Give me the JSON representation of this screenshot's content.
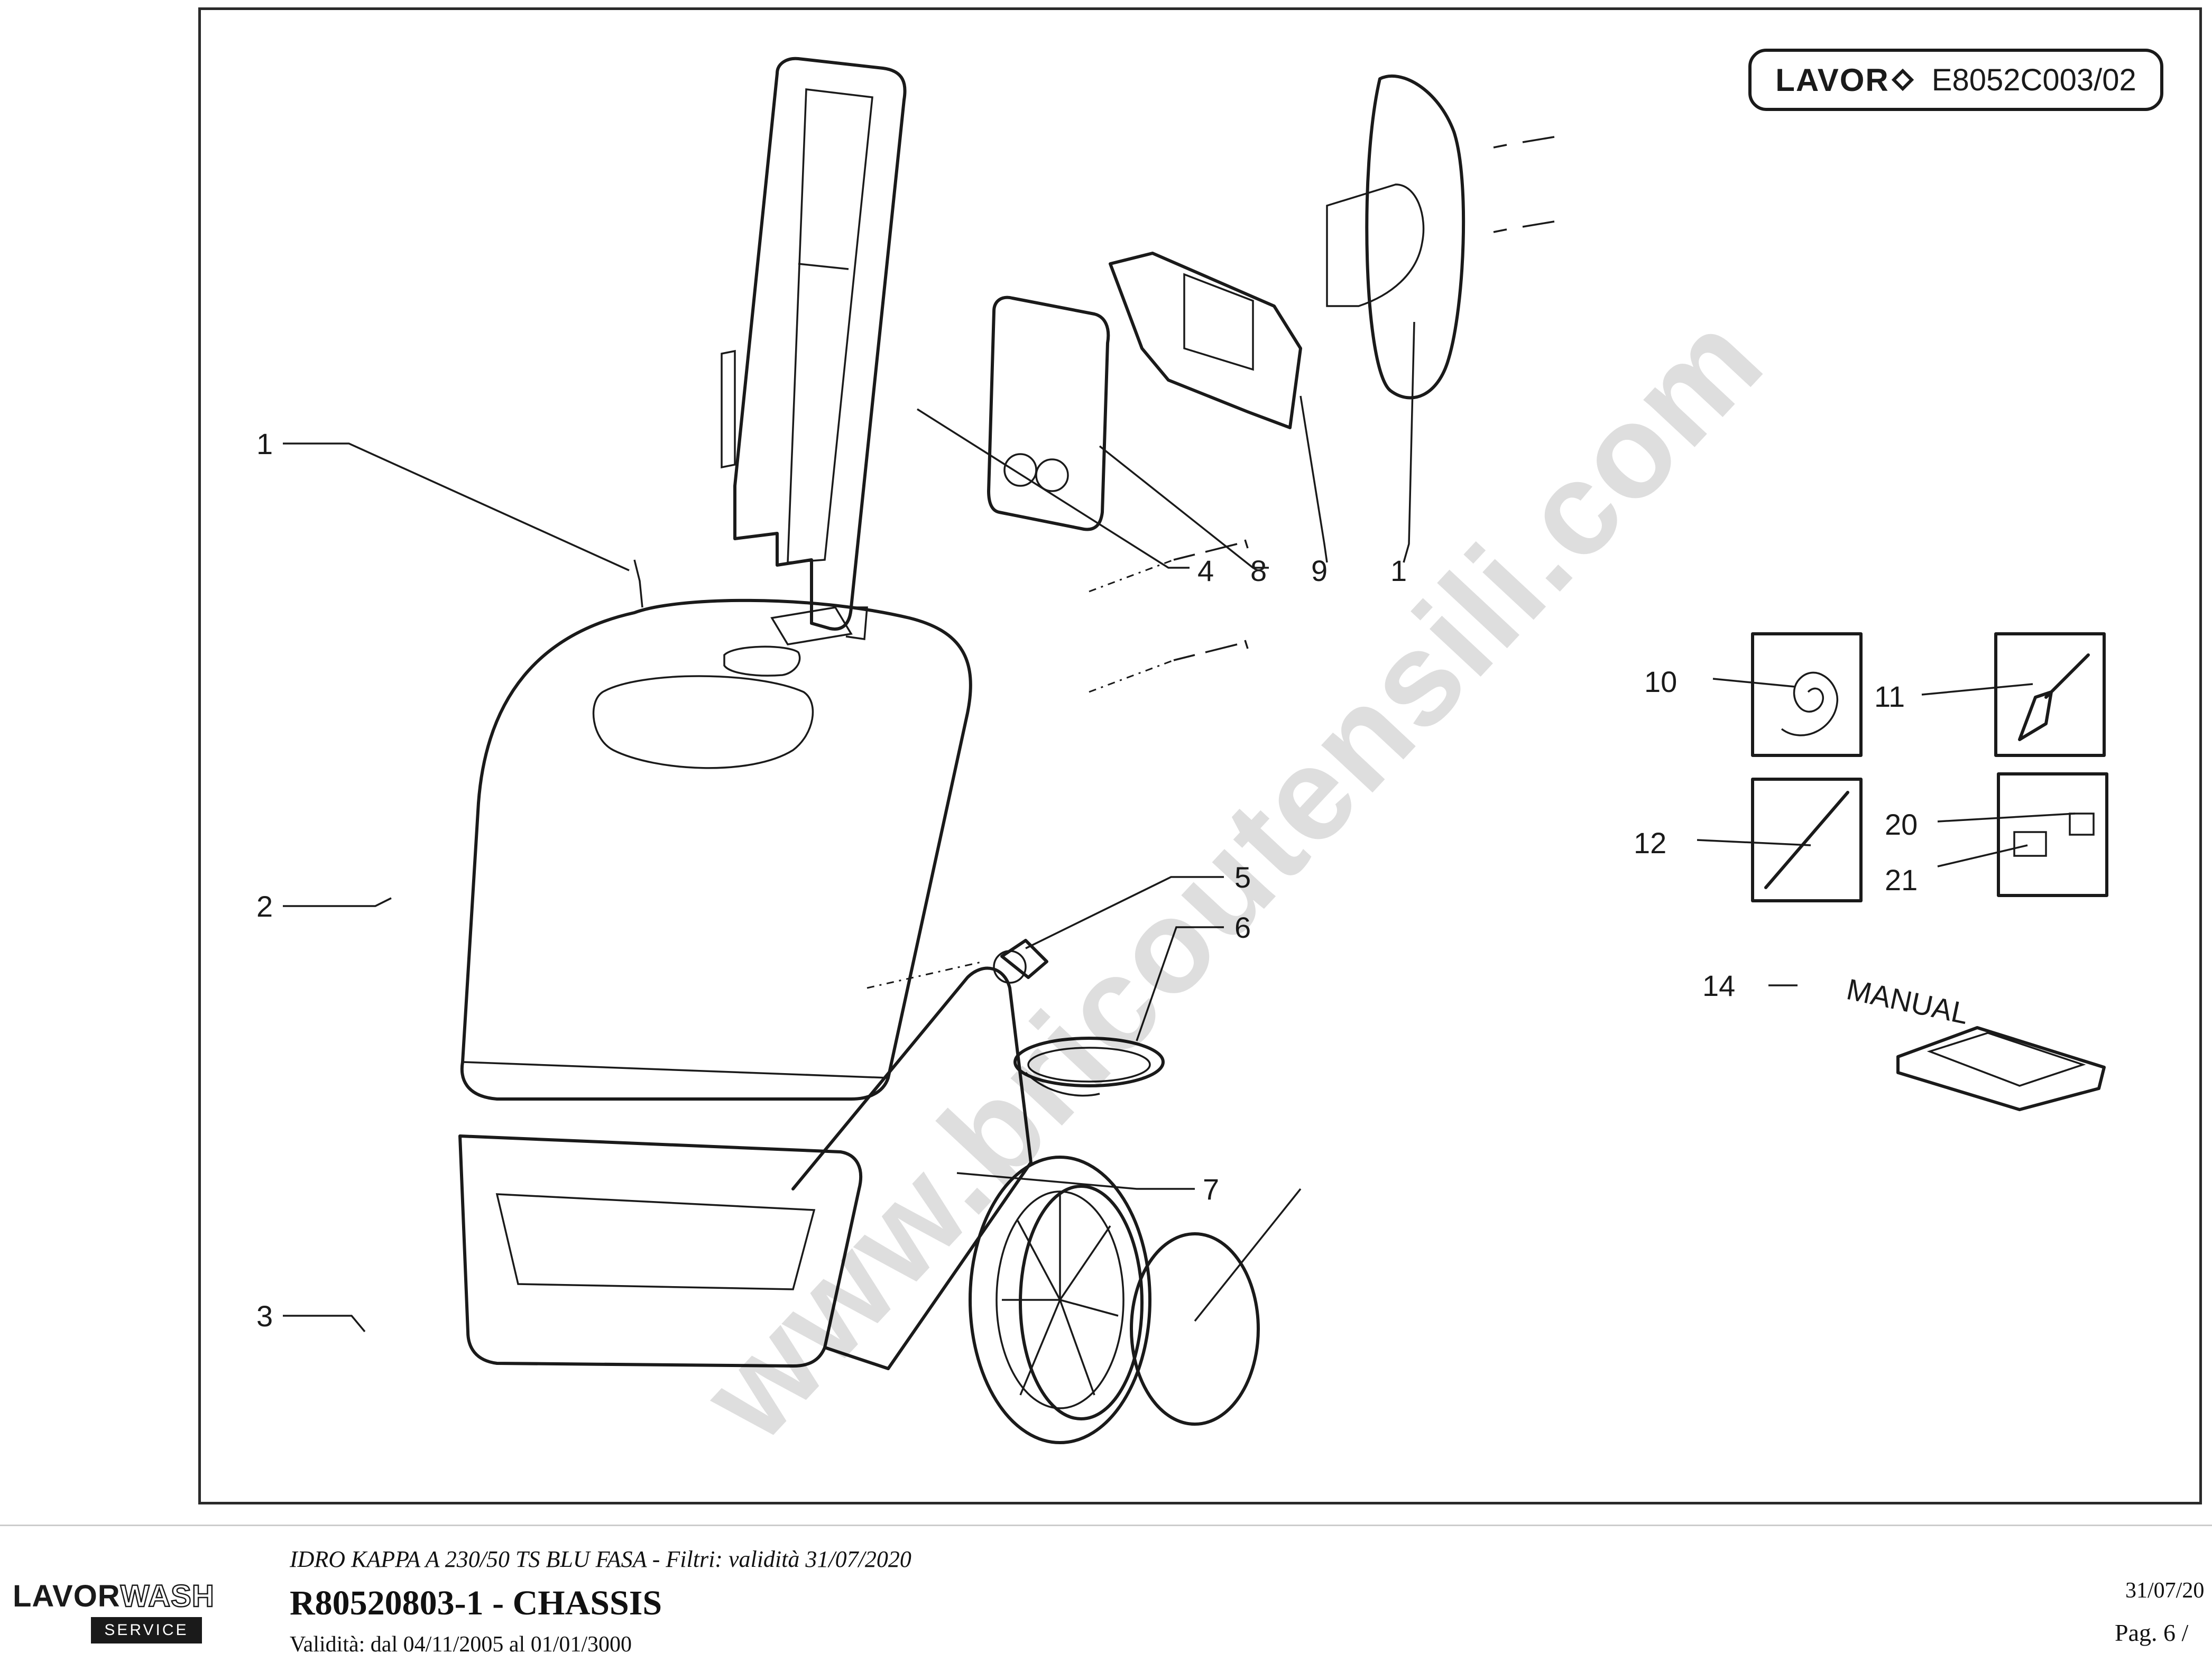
{
  "badge": {
    "brand": "LAVOR",
    "code": "E8052C003/02"
  },
  "callouts": {
    "c1_left": "1",
    "c2": "2",
    "c3": "3",
    "c4": "4",
    "c5": "5",
    "c6": "6",
    "c7": "7",
    "c8": "8",
    "c9": "9",
    "c1_right": "1",
    "c10": "10",
    "c11": "11",
    "c12": "12",
    "c14": "14",
    "c20": "20",
    "c21": "21"
  },
  "manual_label": "MANUAL",
  "watermark": "www.bricoutensili.com",
  "footer": {
    "logo_lavor": "LAVOR",
    "logo_wash": "WASH",
    "logo_service": "SERVICE",
    "model_line": "IDRO KAPPA A 230/50 TS BLU FASA - Filtri: validità 31/07/2020",
    "title": "R80520803-1 - CHASSIS",
    "validity": "Validità: dal 04/11/2005 al 01/01/3000",
    "date": "31/07/20",
    "page": "Pag. 6 /"
  }
}
